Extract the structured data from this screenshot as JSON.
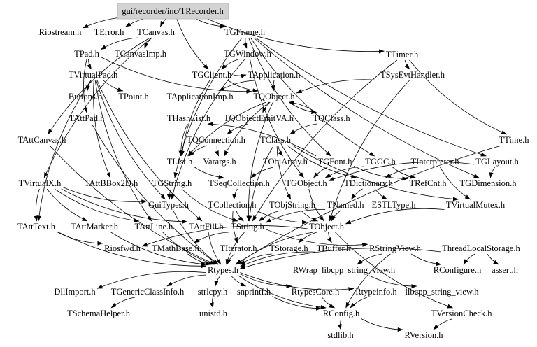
{
  "diagram": {
    "type": "include-dependency-graph",
    "root": "gui/recorder/inc/TRecorder.h",
    "nodes": [
      {
        "id": "root",
        "label": "gui/recorder/inc/TRecorder.h",
        "highlighted": true
      },
      {
        "id": "Riostream",
        "label": "Riostream.h"
      },
      {
        "id": "TError",
        "label": "TError.h"
      },
      {
        "id": "TCanvas",
        "label": "TCanvas.h"
      },
      {
        "id": "TGFrame",
        "label": "TGFrame.h"
      },
      {
        "id": "TTimer",
        "label": "TTimer.h"
      },
      {
        "id": "TPad",
        "label": "TPad.h"
      },
      {
        "id": "TCanvasImp",
        "label": "TCanvasImp.h"
      },
      {
        "id": "TGWindow",
        "label": "TGWindow.h"
      },
      {
        "id": "TVirtualPad",
        "label": "TVirtualPad.h"
      },
      {
        "id": "TGClient",
        "label": "TGClient.h"
      },
      {
        "id": "TApplication",
        "label": "TApplication.h"
      },
      {
        "id": "TSysEvtHandler",
        "label": "TSysEvtHandler.h"
      },
      {
        "id": "Buttons",
        "label": "Buttons.h"
      },
      {
        "id": "TPoint",
        "label": "TPoint.h"
      },
      {
        "id": "TApplicationImp",
        "label": "TApplicationImp.h"
      },
      {
        "id": "TQObject",
        "label": "TQObject.h"
      },
      {
        "id": "TAttPad",
        "label": "TAttPad.h"
      },
      {
        "id": "THashList",
        "label": "THashList.h"
      },
      {
        "id": "TQObjectEmitVA",
        "label": "TQObjectEmitVA.h"
      },
      {
        "id": "TQClass",
        "label": "TQClass.h"
      },
      {
        "id": "TAttCanvas",
        "label": "TAttCanvas.h"
      },
      {
        "id": "TQConnection",
        "label": "TQConnection.h"
      },
      {
        "id": "TClass",
        "label": "TClass.h"
      },
      {
        "id": "TTime",
        "label": "TTime.h"
      },
      {
        "id": "TList",
        "label": "TList.h"
      },
      {
        "id": "Varargs",
        "label": "Varargs.h"
      },
      {
        "id": "TObjArray",
        "label": "TObjArray.h"
      },
      {
        "id": "TGFont",
        "label": "TGFont.h"
      },
      {
        "id": "TGGC",
        "label": "TGGC.h"
      },
      {
        "id": "TInterpreter",
        "label": "TInterpreter.h"
      },
      {
        "id": "TGLayout",
        "label": "TGLayout.h"
      },
      {
        "id": "TVirtualX",
        "label": "TVirtualX.h"
      },
      {
        "id": "TAttBBox2D",
        "label": "TAttBBox2D.h"
      },
      {
        "id": "TGString",
        "label": "TGString.h"
      },
      {
        "id": "TSeqCollection",
        "label": "TSeqCollection.h"
      },
      {
        "id": "TGObject",
        "label": "TGObject.h"
      },
      {
        "id": "TDictionary",
        "label": "TDictionary.h"
      },
      {
        "id": "TRefCnt",
        "label": "TRefCnt.h"
      },
      {
        "id": "TGDimension",
        "label": "TGDimension.h"
      },
      {
        "id": "GuiTypes",
        "label": "GuiTypes.h"
      },
      {
        "id": "TCollection",
        "label": "TCollection.h"
      },
      {
        "id": "TObjString",
        "label": "TObjString.h"
      },
      {
        "id": "TNamed",
        "label": "TNamed.h"
      },
      {
        "id": "ESTLType",
        "label": "ESTLType.h"
      },
      {
        "id": "TVirtualMutex",
        "label": "TVirtualMutex.h"
      },
      {
        "id": "TAttText",
        "label": "TAttText.h"
      },
      {
        "id": "TAttMarker",
        "label": "TAttMarker.h"
      },
      {
        "id": "TAttLine",
        "label": "TAttLine.h"
      },
      {
        "id": "TAttFill",
        "label": "TAttFill.h"
      },
      {
        "id": "TString",
        "label": "TString.h"
      },
      {
        "id": "TObject",
        "label": "TObject.h"
      },
      {
        "id": "Riosfwd",
        "label": "Riosfwd.h"
      },
      {
        "id": "TMathBase",
        "label": "TMathBase.h"
      },
      {
        "id": "TIterator",
        "label": "TIterator.h"
      },
      {
        "id": "TStorage",
        "label": "TStorage.h"
      },
      {
        "id": "TBuffer",
        "label": "TBuffer.h"
      },
      {
        "id": "RStringView",
        "label": "RStringView.h"
      },
      {
        "id": "ThreadLocalStorage",
        "label": "ThreadLocalStorage.h"
      },
      {
        "id": "Rtypes",
        "label": "Rtypes.h"
      },
      {
        "id": "RWrap",
        "label": "RWrap_libcpp_string_view.h"
      },
      {
        "id": "RConfigure",
        "label": "RConfigure.h"
      },
      {
        "id": "assert",
        "label": "assert.h"
      },
      {
        "id": "DllImport",
        "label": "DllImport.h"
      },
      {
        "id": "TGenericClassInfo",
        "label": "TGenericClassInfo.h"
      },
      {
        "id": "strlcpy",
        "label": "strlcpy.h"
      },
      {
        "id": "snprintf",
        "label": "snprintf.h"
      },
      {
        "id": "RtypesCore",
        "label": "RtypesCore.h"
      },
      {
        "id": "Rtypeinfo",
        "label": "Rtypeinfo.h"
      },
      {
        "id": "libcpp_string_view",
        "label": "libcpp_string_view.h"
      },
      {
        "id": "TSchemaHelper",
        "label": "TSchemaHelper.h"
      },
      {
        "id": "unistd",
        "label": "unistd.h"
      },
      {
        "id": "RConfig",
        "label": "RConfig.h"
      },
      {
        "id": "TVersionCheck",
        "label": "TVersionCheck.h"
      },
      {
        "id": "stdlib",
        "label": "stdlib.h"
      },
      {
        "id": "RVersion",
        "label": "RVersion.h"
      }
    ],
    "edges": [
      [
        "root",
        "Riostream"
      ],
      [
        "root",
        "TError"
      ],
      [
        "root",
        "TCanvas"
      ],
      [
        "root",
        "TGFrame"
      ],
      [
        "root",
        "TTimer"
      ],
      [
        "root",
        "TGClient"
      ],
      [
        "TCanvas",
        "TPad"
      ],
      [
        "TCanvas",
        "TCanvasImp"
      ],
      [
        "TCanvas",
        "TAttCanvas"
      ],
      [
        "TCanvas",
        "TVirtualX"
      ],
      [
        "TGFrame",
        "TGWindow"
      ],
      [
        "TGFrame",
        "TGDimension"
      ],
      [
        "TGFrame",
        "TGGC"
      ],
      [
        "TGFrame",
        "TGFont"
      ],
      [
        "TGFrame",
        "TGLayout"
      ],
      [
        "TGFrame",
        "TGString"
      ],
      [
        "TGWindow",
        "TGClient"
      ],
      [
        "TGWindow",
        "TGObject"
      ],
      [
        "TGWindow",
        "GuiTypes"
      ],
      [
        "TGClient",
        "TApplication"
      ],
      [
        "TGClient",
        "TQObject"
      ],
      [
        "TGClient",
        "TList"
      ],
      [
        "TApplication",
        "TApplicationImp"
      ],
      [
        "TApplication",
        "TQObject"
      ],
      [
        "TTimer",
        "TSysEvtHandler"
      ],
      [
        "TTimer",
        "TTime"
      ],
      [
        "TTimer",
        "TString"
      ],
      [
        "TSysEvtHandler",
        "TQObject"
      ],
      [
        "TSysEvtHandler",
        "TObject"
      ],
      [
        "TPad",
        "TVirtualPad"
      ],
      [
        "TPad",
        "TAttPad"
      ],
      [
        "TPad",
        "TQObject"
      ],
      [
        "TVirtualPad",
        "Buttons"
      ],
      [
        "TVirtualPad",
        "TPoint"
      ],
      [
        "TVirtualPad",
        "TAttBBox2D"
      ],
      [
        "TVirtualPad",
        "GuiTypes"
      ],
      [
        "TVirtualPad",
        "TAttLine"
      ],
      [
        "TVirtualPad",
        "TAttFill"
      ],
      [
        "TVirtualPad",
        "TAttText"
      ],
      [
        "TAttPad",
        "Rtypes"
      ],
      [
        "TAttCanvas",
        "Rtypes"
      ],
      [
        "TQObject",
        "TQObjectEmitVA"
      ],
      [
        "TQObject",
        "TQClass"
      ],
      [
        "TQObject",
        "TList"
      ],
      [
        "TQObject",
        "TString"
      ],
      [
        "TQObject",
        "Varargs"
      ],
      [
        "TQObjectEmitVA",
        "TQConnection"
      ],
      [
        "TQClass",
        "TQObject"
      ],
      [
        "TQClass",
        "TClass"
      ],
      [
        "TQConnection",
        "TList"
      ],
      [
        "TQConnection",
        "Varargs"
      ],
      [
        "THashList",
        "TList"
      ],
      [
        "TClass",
        "TObjArray"
      ],
      [
        "TClass",
        "TDictionary"
      ],
      [
        "TClass",
        "TString"
      ],
      [
        "TClass",
        "TObjString"
      ],
      [
        "TClass",
        "TVirtualMutex"
      ],
      [
        "TList",
        "TSeqCollection"
      ],
      [
        "TObjArray",
        "TSeqCollection"
      ],
      [
        "TGFont",
        "TGObject"
      ],
      [
        "TGFont",
        "TRefCnt"
      ],
      [
        "TGFont",
        "THashList"
      ],
      [
        "TGGC",
        "TGObject"
      ],
      [
        "TGGC",
        "TRefCnt"
      ],
      [
        "TInterpreter",
        "TDictionary"
      ],
      [
        "TInterpreter",
        "TVirtualMutex"
      ],
      [
        "TGLayout",
        "TGDimension"
      ],
      [
        "TGLayout",
        "TGObject"
      ],
      [
        "TTime",
        "Rtypes"
      ],
      [
        "TVirtualX",
        "GuiTypes"
      ],
      [
        "TVirtualX",
        "TAttLine"
      ],
      [
        "TVirtualX",
        "TAttFill"
      ],
      [
        "TVirtualX",
        "TAttText"
      ],
      [
        "TVirtualX",
        "TAttMarker"
      ],
      [
        "TGString",
        "TString"
      ],
      [
        "TGString",
        "GuiTypes"
      ],
      [
        "TSeqCollection",
        "TCollection"
      ],
      [
        "TGObject",
        "TObject"
      ],
      [
        "TDictionary",
        "TNamed"
      ],
      [
        "TDictionary",
        "ESTLType"
      ],
      [
        "TCollection",
        "TObject"
      ],
      [
        "TCollection",
        "TIterator"
      ],
      [
        "TCollection",
        "TString"
      ],
      [
        "TObjString",
        "TObject"
      ],
      [
        "TObjString",
        "TString"
      ],
      [
        "TNamed",
        "TObject"
      ],
      [
        "TNamed",
        "TString"
      ],
      [
        "TVirtualMutex",
        "TObject"
      ],
      [
        "GuiTypes",
        "Rtypes"
      ],
      [
        "TAttText",
        "Rtypes"
      ],
      [
        "TAttText",
        "Riosfwd"
      ],
      [
        "TAttMarker",
        "Rtypes"
      ],
      [
        "TAttLine",
        "Rtypes"
      ],
      [
        "TAttFill",
        "Rtypes"
      ],
      [
        "TString",
        "TMathBase"
      ],
      [
        "TString",
        "RStringView"
      ],
      [
        "TString",
        "Rtypes"
      ],
      [
        "TObject",
        "TStorage"
      ],
      [
        "TObject",
        "TBuffer"
      ],
      [
        "TObject",
        "Rtypes"
      ],
      [
        "TObject",
        "TVersionCheck"
      ],
      [
        "TObject",
        "Riosfwd"
      ],
      [
        "TMathBase",
        "Rtypes"
      ],
      [
        "TIterator",
        "Rtypes"
      ],
      [
        "TStorage",
        "Rtypes"
      ],
      [
        "TBuffer",
        "Rtypes"
      ],
      [
        "RStringView",
        "RWrap"
      ],
      [
        "RStringView",
        "RConfigure"
      ],
      [
        "RStringView",
        "RConfig"
      ],
      [
        "ThreadLocalStorage",
        "RConfigure"
      ],
      [
        "ThreadLocalStorage",
        "assert"
      ],
      [
        "ThreadLocalStorage",
        "Rtypes"
      ],
      [
        "Rtypes",
        "DllImport"
      ],
      [
        "Rtypes",
        "TGenericClassInfo"
      ],
      [
        "Rtypes",
        "strlcpy"
      ],
      [
        "Rtypes",
        "snprintf"
      ],
      [
        "Rtypes",
        "RtypesCore"
      ],
      [
        "Rtypes",
        "Rtypeinfo"
      ],
      [
        "Rtypes",
        "RConfig"
      ],
      [
        "RWrap",
        "libcpp_string_view"
      ],
      [
        "TGenericClassInfo",
        "TSchemaHelper"
      ],
      [
        "strlcpy",
        "unistd"
      ],
      [
        "snprintf",
        "RConfig"
      ],
      [
        "RtypesCore",
        "RConfig"
      ],
      [
        "Rtypeinfo",
        "RConfig"
      ],
      [
        "RConfig",
        "stdlib"
      ],
      [
        "RConfig",
        "RVersion"
      ],
      [
        "TVersionCheck",
        "RVersion"
      ]
    ]
  }
}
